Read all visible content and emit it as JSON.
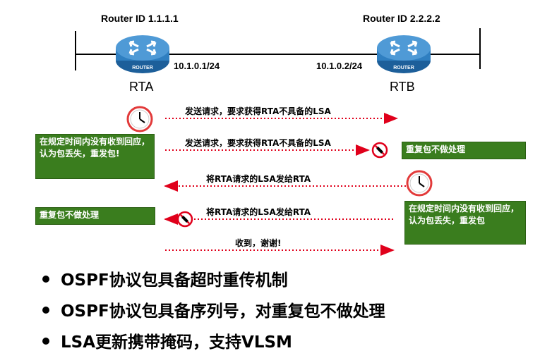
{
  "topology": {
    "rta": {
      "router_id": "Router ID 1.1.1.1",
      "ip": "10.1.0.1/24",
      "name": "RTA",
      "icon_label": "ROUTER"
    },
    "rtb": {
      "router_id": "Router ID 2.2.2.2",
      "ip": "10.1.0.2/24",
      "name": "RTB",
      "icon_label": "ROUTER"
    }
  },
  "messages": [
    {
      "text": "发送请求，要求获得RTA不具备的LSA",
      "direction": "right"
    },
    {
      "text": "发送请求，要求获得RTA不具备的LSA",
      "direction": "right"
    },
    {
      "text": "将RTA请求的LSA发给RTA",
      "direction": "left"
    },
    {
      "text": "将RTA请求的LSA发给RTA",
      "direction": "left"
    },
    {
      "text": "收到，谢谢!",
      "direction": "right"
    }
  ],
  "notes": {
    "rta_timeout": "在规定时间内没有收到回应，认为包丢失，重发包!",
    "rtb_discard": "重复包不做处理",
    "rtb_timeout": "在规定时间内没有收到回应，认为包丢失，重发包",
    "rta_discard": "重复包不做处理"
  },
  "bullets": [
    "OSPF协议包具备超时重传机制",
    "OSPF协议包具备序列号，对重复包不做处理",
    "LSA更新携带掩码，支持VLSM"
  ],
  "colors": {
    "arrow": "#e0001b",
    "note_bg": "#3a7d1e",
    "router": "#2f7fc1",
    "clock": "#e23a3a"
  }
}
